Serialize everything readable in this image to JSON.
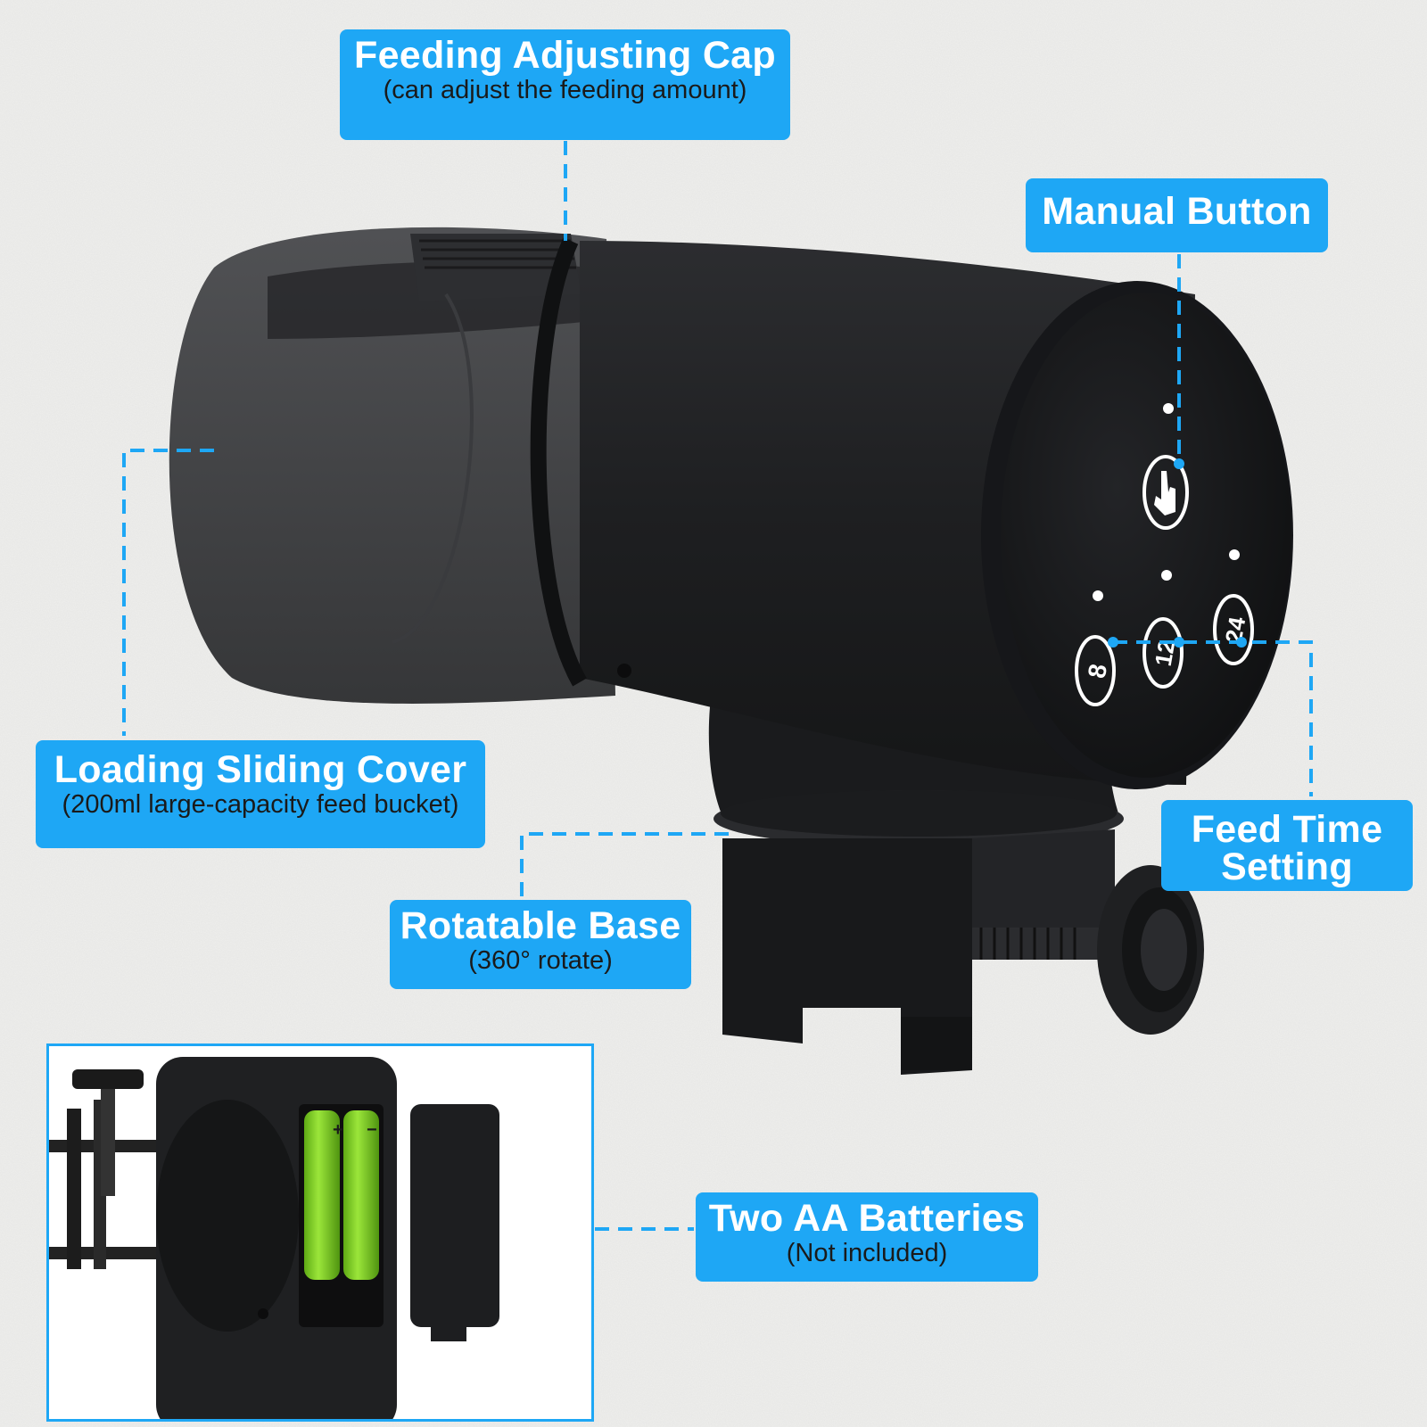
{
  "labels": {
    "feeding_cap": {
      "title": "Feeding Adjusting Cap",
      "sub": "(can adjust the feeding amount)"
    },
    "manual_button": {
      "title": "Manual Button"
    },
    "loading_cover": {
      "title": "Loading Sliding Cover",
      "sub": "(200ml large-capacity feed bucket)"
    },
    "rotatable_base": {
      "title": "Rotatable Base",
      "sub": "(360° rotate)"
    },
    "feed_time": {
      "title": "Feed Time Setting"
    },
    "batteries": {
      "title": "Two AA Batteries",
      "sub": "(Not included)"
    }
  },
  "buttons": {
    "eight": "8",
    "twelve": "12",
    "twentyfour": "24"
  },
  "battery_marks": {
    "plus": "+",
    "minus": "−"
  },
  "colors": {
    "accent": "#1ea7f5",
    "device": "#1d1e20",
    "battery": "#7fd321"
  },
  "icons": {
    "manual": "hand-pointer-icon"
  }
}
